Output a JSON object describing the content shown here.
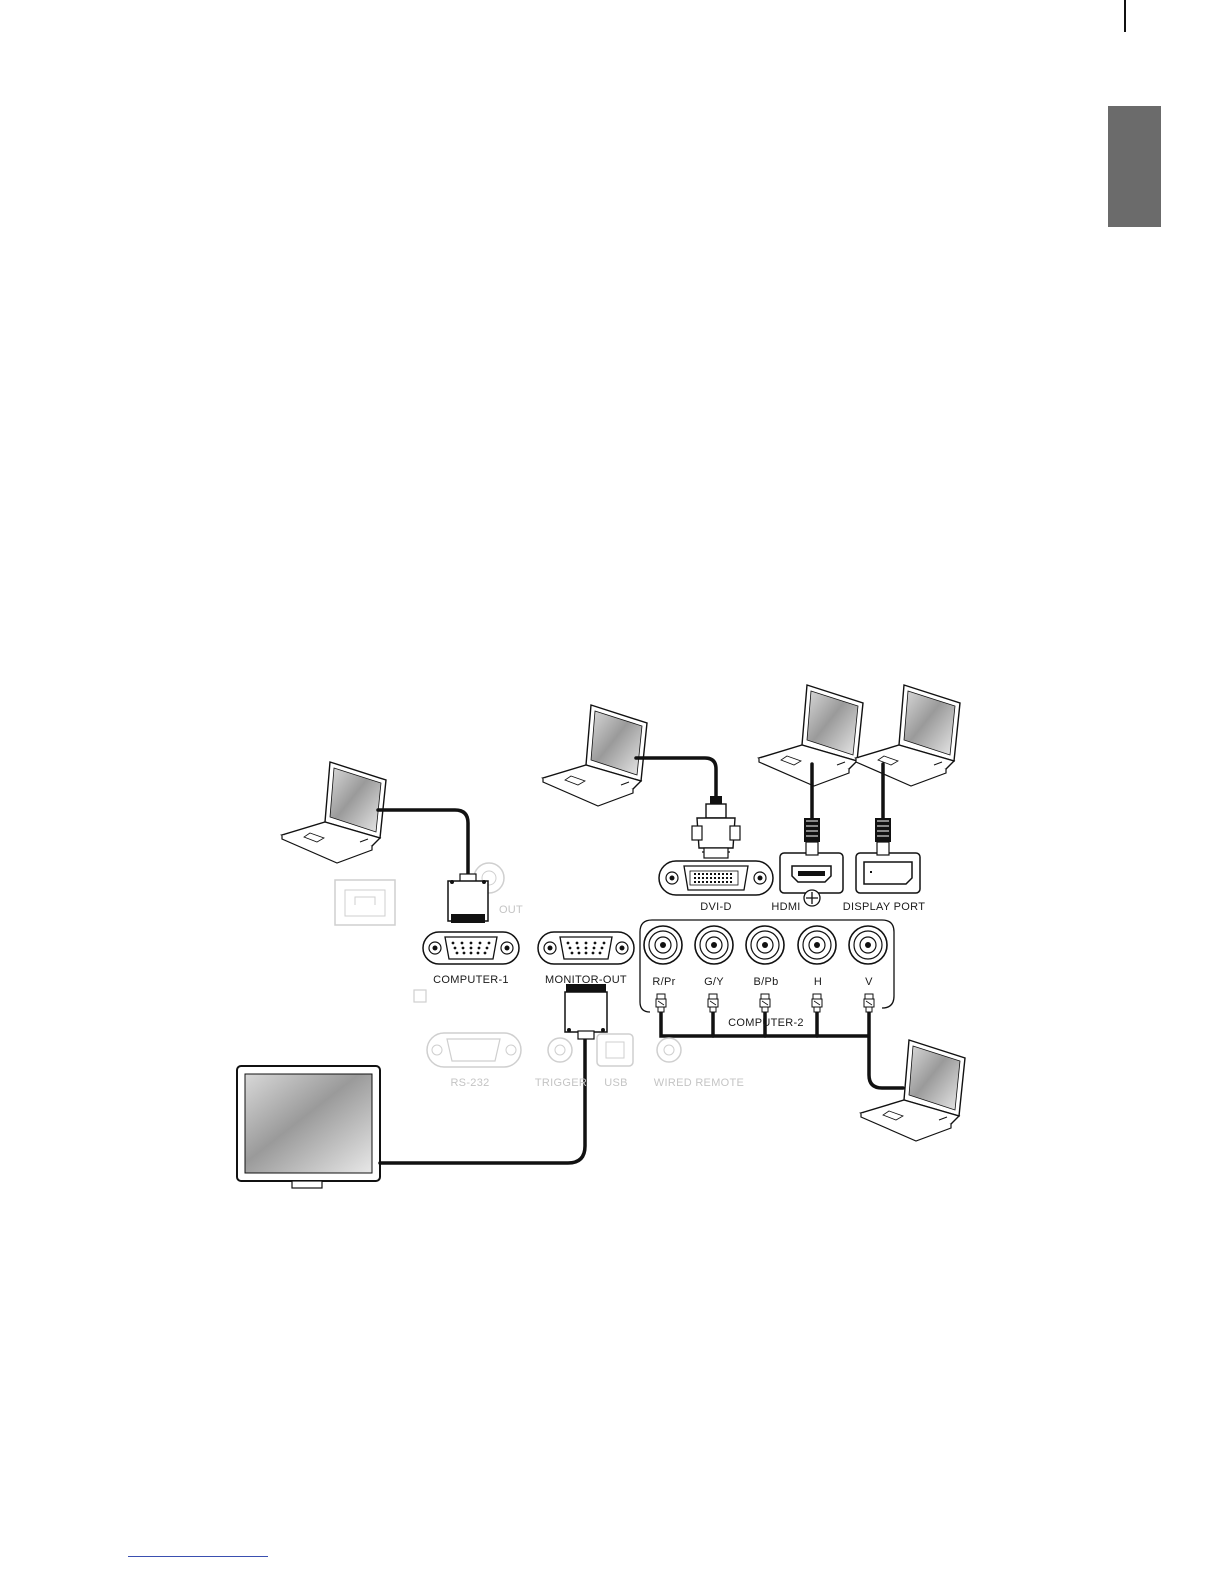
{
  "ports": {
    "dvi_d": "DVI-D",
    "hdmi": "HDMI",
    "display_port": "DISPLAY PORT",
    "computer_1": "COMPUTER-1",
    "monitor_out": "MONITOR-OUT",
    "bnc": [
      "R/Pr",
      "G/Y",
      "B/Pb",
      "H",
      "V"
    ],
    "computer_2": "COMPUTER-2",
    "out_partial": "OUT",
    "rs232": "RS-232",
    "trigger": "TRIGGER",
    "usb": "USB",
    "wired_remote": "WIRED REMOTE"
  },
  "colors": {
    "side_tab": "#6b6b6b",
    "faded_ports": "#c8c8c8",
    "footer_rule": "#3a4fb0"
  },
  "devices": [
    "laptop",
    "laptop",
    "laptop",
    "laptop",
    "laptop",
    "monitor"
  ]
}
